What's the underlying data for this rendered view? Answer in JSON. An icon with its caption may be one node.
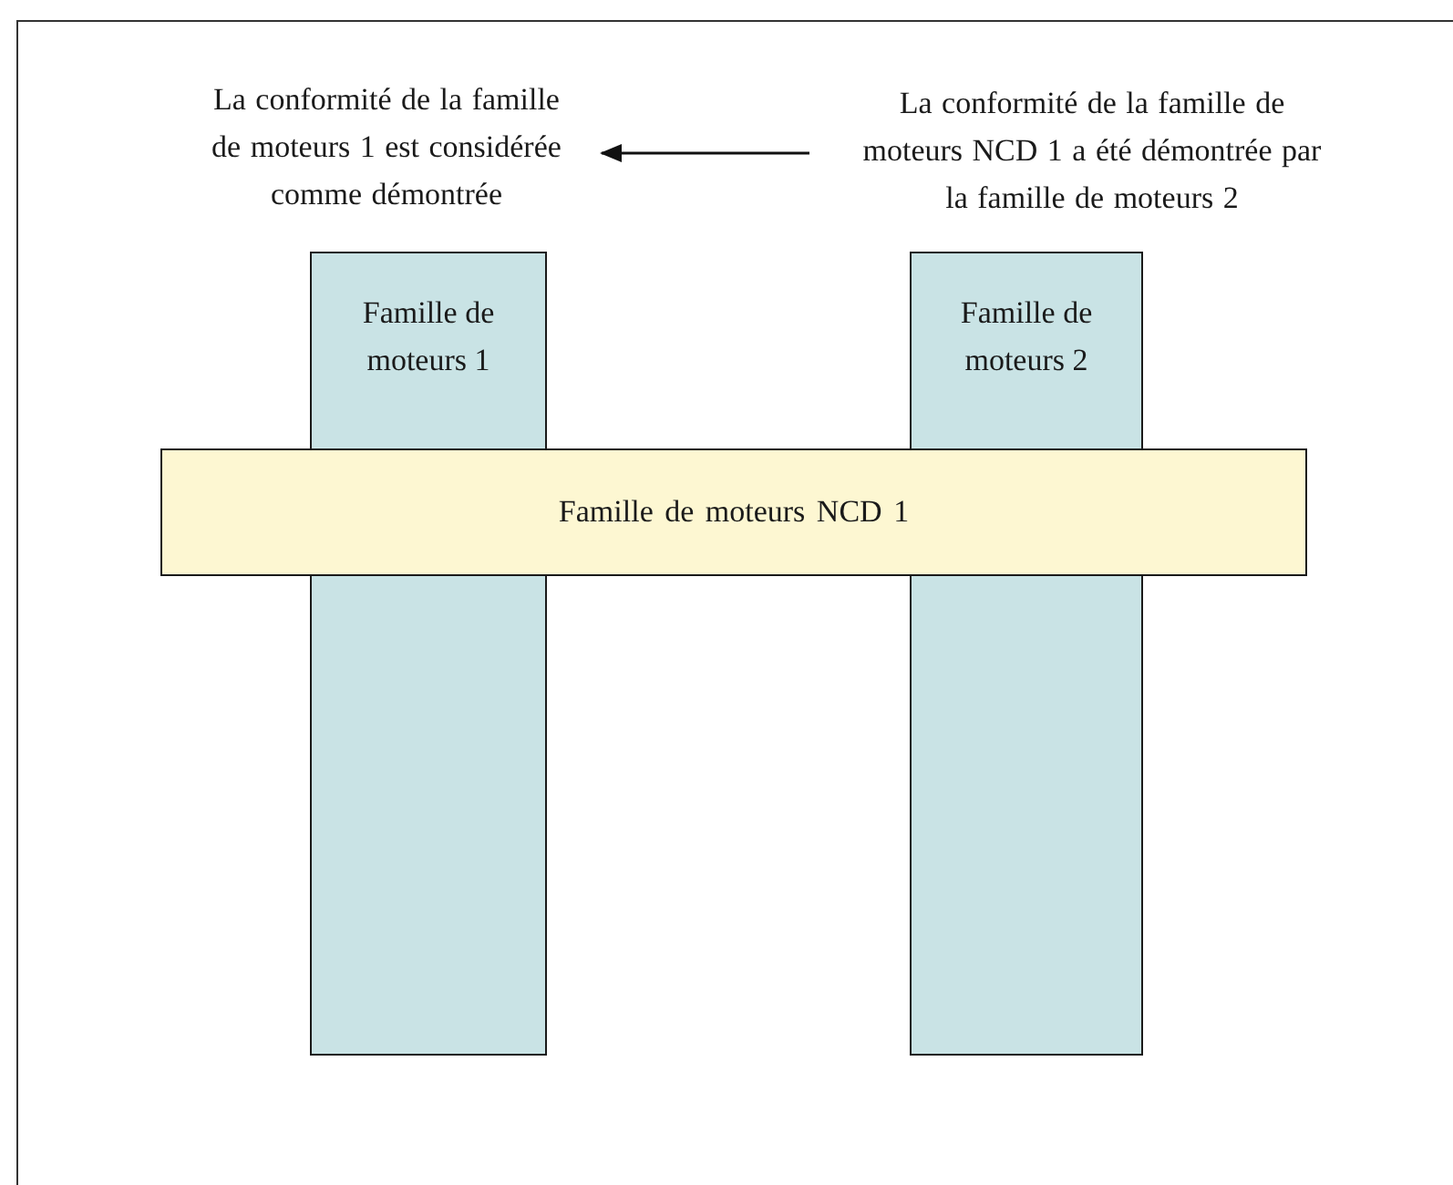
{
  "diagram": {
    "nodes": [
      {
        "text": [
          "La conformité de la famille de moteurs 1 est considérée comme démontrée"
        ]
      },
      {
        "text": [
          "La conformité de la famille de moteurs NCD 1 a été démontrée par la  famille de moteurs 2"
        ]
      },
      {
        "text": [
          "Famille de moteurs 1"
        ]
      },
      {
        "text": [
          "Famille de moteurs 2"
        ]
      },
      {
        "text": [
          "Famille de moteurs NCD 1"
        ]
      },
      {
        "text": [],
        "shape": "box"
      },
      {
        "text": [],
        "shape": "box"
      }
    ],
    "edges": [
      {
        "from": 1,
        "to": 0,
        "arrow": "to"
      }
    ]
  }
}
